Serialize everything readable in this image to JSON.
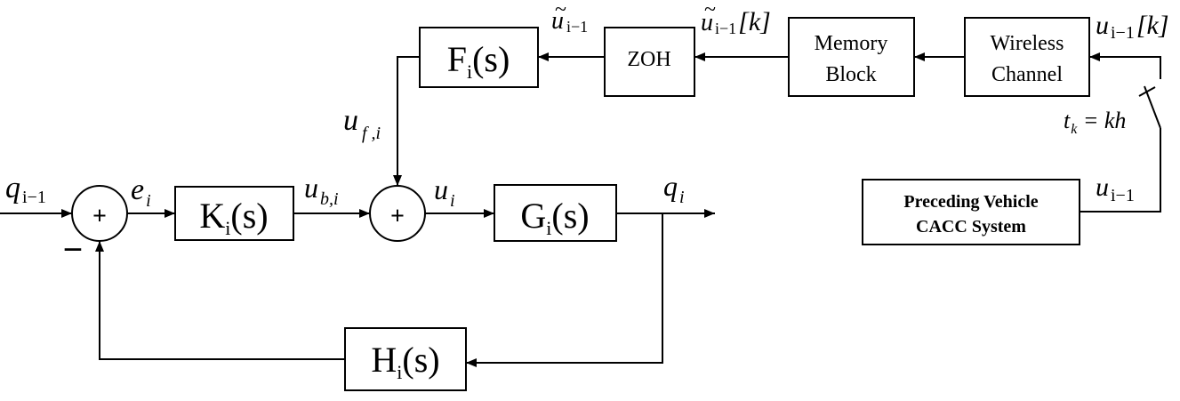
{
  "blocks": {
    "F": {
      "main": "F",
      "sub": "i",
      "tail": "(s)"
    },
    "ZOH": {
      "label": "ZOH"
    },
    "memory": {
      "line1": "Memory",
      "line2": "Block"
    },
    "wireless": {
      "line1": "Wireless",
      "line2": "Channel"
    },
    "K": {
      "main": "K",
      "sub": "i",
      "tail": "(s)"
    },
    "G": {
      "main": "G",
      "sub": "i",
      "tail": "(s)"
    },
    "H": {
      "main": "H",
      "sub": "i",
      "tail": "(s)"
    },
    "preceding": {
      "line1": "Preceding Vehicle",
      "line2": "CACC System"
    }
  },
  "summing": {
    "plus": "+",
    "minus": "−"
  },
  "signals": {
    "u_tilde": {
      "tilde": "~",
      "base": "u",
      "sub": "i−1"
    },
    "u_tilde_k": {
      "tilde": "~",
      "base": "u",
      "sub": "i−1",
      "tail": "[k]"
    },
    "u_im1_k": {
      "base": "u",
      "sub": "i−1",
      "tail": "[k]"
    },
    "q_im1": {
      "base": "q",
      "sub": "i−1"
    },
    "e_i": {
      "base": "e",
      "sub": "i"
    },
    "u_bi": {
      "base": "u",
      "sub": "b,i"
    },
    "u_fi": {
      "base": "u",
      "sub": "f ,i"
    },
    "u_i": {
      "base": "u",
      "sub": "i"
    },
    "q_i": {
      "base": "q",
      "sub": "i"
    },
    "u_im1": {
      "base": "u",
      "sub": "i−1"
    },
    "tk": {
      "base": "t",
      "sub": "k",
      "tail": " = kh"
    }
  }
}
